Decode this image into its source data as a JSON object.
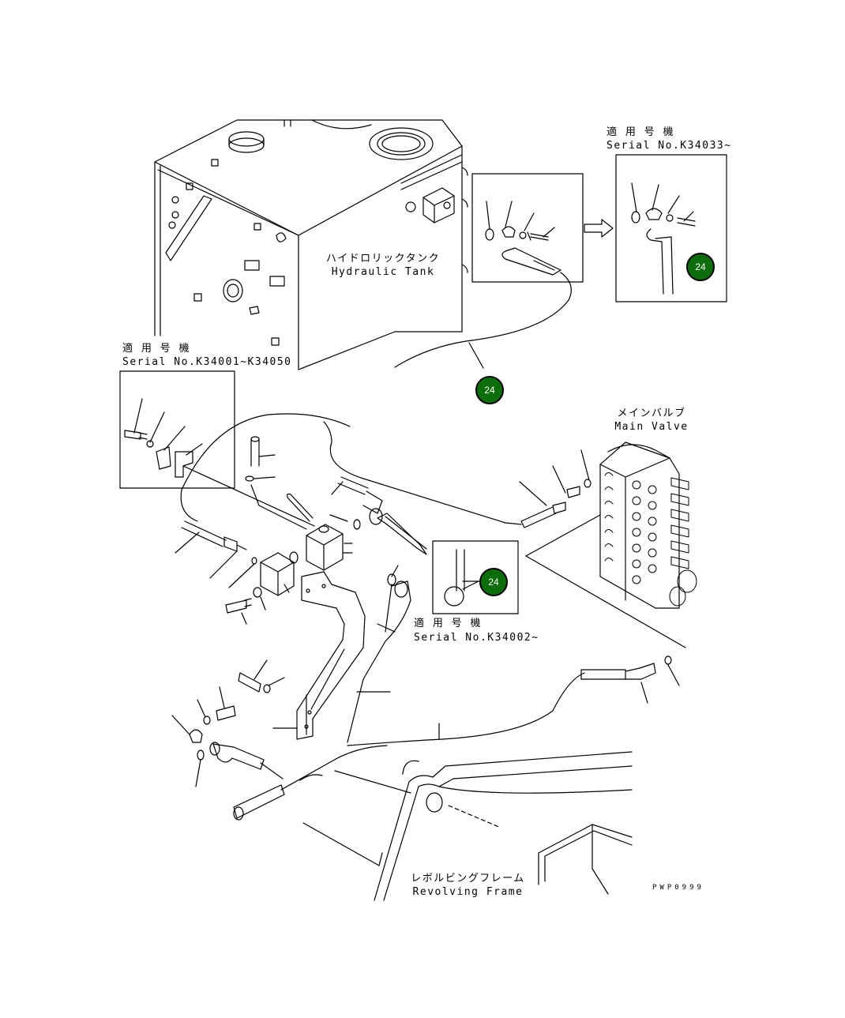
{
  "labels": {
    "hydraulic_tank_jp": "ハイドロリックタンク",
    "hydraulic_tank_en": "Hydraulic Tank",
    "main_valve_jp": "メインバルブ",
    "main_valve_en": "Main Valve",
    "revolving_frame_jp": "レボルビングフレーム",
    "revolving_frame_en": "Revolving Frame",
    "drawing_code": "PWP0999"
  },
  "insets": {
    "top_right": {
      "applies_jp": "適 用 号 機",
      "serial": "Serial No.K34033~"
    },
    "left": {
      "applies_jp": "適 用 号 機",
      "serial": "Serial No.K34001~K34050"
    },
    "bottom_center": {
      "applies_jp": "適 用 号 機",
      "serial": "Serial No.K34002~"
    }
  },
  "callouts": {
    "hose_main": "24",
    "hose_inset_top_right": "24",
    "hose_inset_bottom": "24"
  },
  "colors": {
    "callout_fill": "#0b6e0b",
    "line": "#000000"
  }
}
